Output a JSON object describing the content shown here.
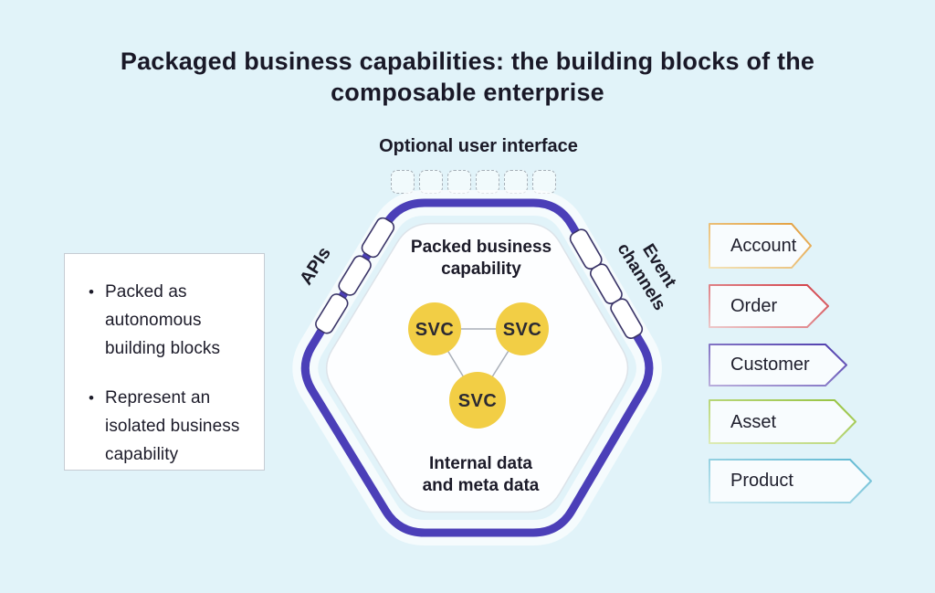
{
  "title": {
    "text": "Packaged business capabilities: the building blocks of the composable enterprise"
  },
  "diagram": {
    "optional_ui_label": "Optional user interface",
    "capability_label": "Packed business capability",
    "internal_data_label": "Internal data and meta data",
    "apis_label": "APIs",
    "event_channels_label": "Event channels",
    "svc_nodes": [
      "SVC",
      "SVC",
      "SVC"
    ]
  },
  "left_panel": {
    "bullets": [
      "Packed as autonomous building blocks",
      "Represent an isolated business capability"
    ]
  },
  "tags": [
    {
      "label": "Account",
      "color_strong": "#E29B38",
      "color_light": "#F3E3B8"
    },
    {
      "label": "Order",
      "color_strong": "#D23A42",
      "color_light": "#ECC7C9"
    },
    {
      "label": "Customer",
      "color_strong": "#4B39AC",
      "color_light": "#B9AEDC"
    },
    {
      "label": "Asset",
      "color_strong": "#94C13C",
      "color_light": "#DCEBB4"
    },
    {
      "label": "Product",
      "color_strong": "#5FB8D2",
      "color_light": "#C8E8F0"
    }
  ],
  "colors": {
    "background": "#E1F3F9",
    "hex_ring_purple": "#4B3FB8",
    "hex_fill": "#FDFEFF",
    "hex_inner_border": "#DCE3E9",
    "svc_yellow": "#F2CE45",
    "pill_outline": "#3B3568",
    "text_dark": "#1C1B29"
  }
}
